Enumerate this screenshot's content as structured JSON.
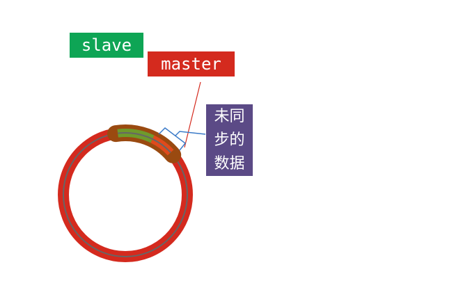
{
  "labels": {
    "slave": "slave",
    "master": "master",
    "unsynced": "未同步的数据"
  },
  "colors": {
    "slave": "#0ea555",
    "master": "#d42a1e",
    "unsynced": "#5b4a86",
    "ring": "#d42a1e",
    "ring_line": "#666666",
    "segment_border": "#9a4a10",
    "segment_synced": "#6f9a2c",
    "segment_unsynced": "#e04a1c",
    "bracket": "#3a7ac8"
  }
}
